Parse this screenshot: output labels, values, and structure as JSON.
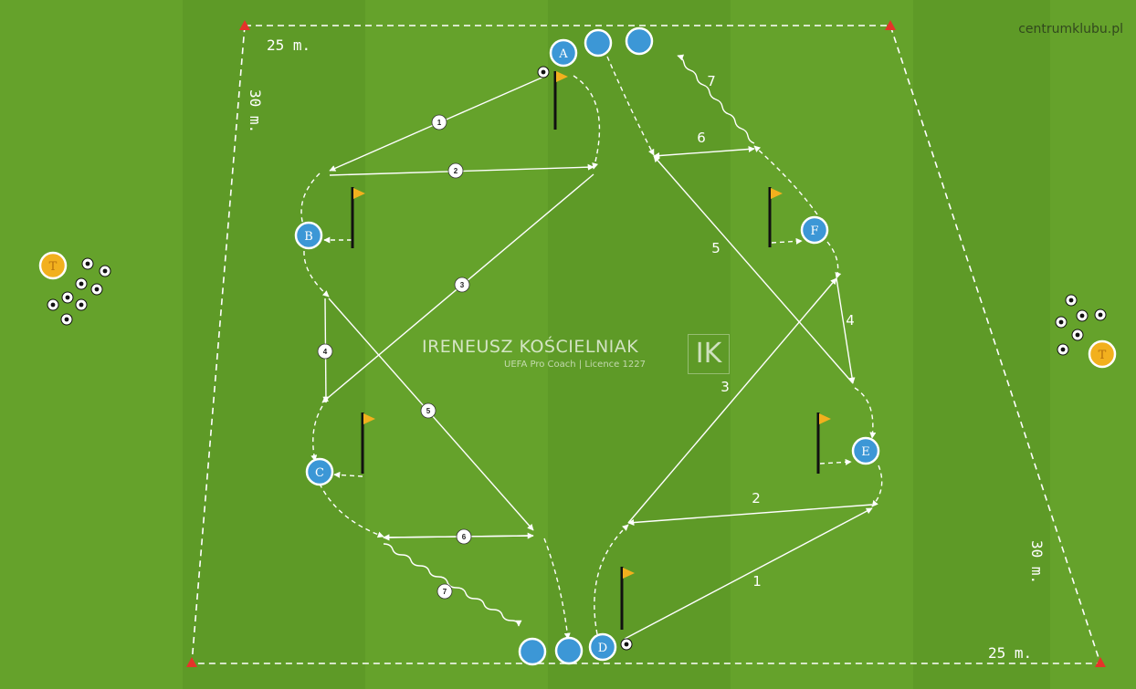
{
  "brand": "centrumklubu.pl",
  "watermark": {
    "name": "IRENEUSZ KOŚCIELNIAK",
    "sub": "UEFA Pro Coach | Licence 1227",
    "logo": "IK"
  },
  "dimensions": {
    "top": "25 m.",
    "bottom": "25 m.",
    "left": "30 m.",
    "right": "30 m."
  },
  "players": [
    "A",
    "B",
    "C",
    "D",
    "E",
    "F"
  ],
  "coaches": [
    "T",
    "T"
  ],
  "step_numbers": [
    "1",
    "2",
    "3",
    "4",
    "5",
    "6",
    "7"
  ],
  "colors": {
    "player": "#3c97d6",
    "coach": "#f2b01e",
    "flag": "#f2b01e",
    "cone": "#e5332a",
    "line": "#ffffff"
  },
  "icons": [
    "cone-icon",
    "flag-icon",
    "ball-icon"
  ]
}
